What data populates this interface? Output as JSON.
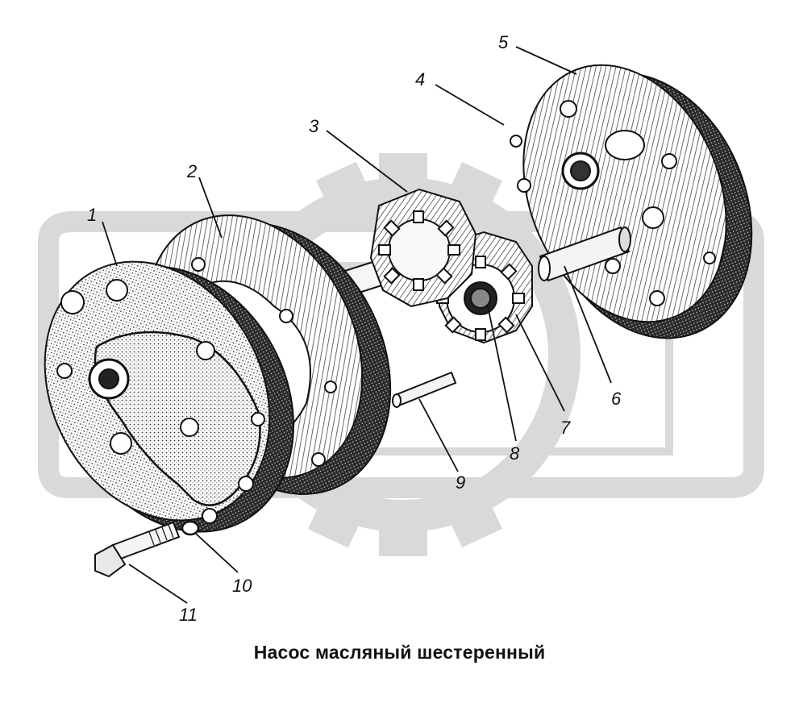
{
  "diagram": {
    "caption": "Насос масляный шестеренный",
    "callouts": [
      {
        "id": "1",
        "label": "1"
      },
      {
        "id": "2",
        "label": "2"
      },
      {
        "id": "3",
        "label": "3"
      },
      {
        "id": "4",
        "label": "4"
      },
      {
        "id": "5",
        "label": "5"
      },
      {
        "id": "6",
        "label": "6"
      },
      {
        "id": "7",
        "label": "7"
      },
      {
        "id": "8",
        "label": "8"
      },
      {
        "id": "9",
        "label": "9"
      },
      {
        "id": "10",
        "label": "10"
      },
      {
        "id": "11",
        "label": "11"
      }
    ],
    "colors": {
      "ink": "#111111",
      "watermark": "#d9d9d9",
      "hatch": "#555555"
    },
    "watermark_icon": "gear-logo-watermark"
  }
}
